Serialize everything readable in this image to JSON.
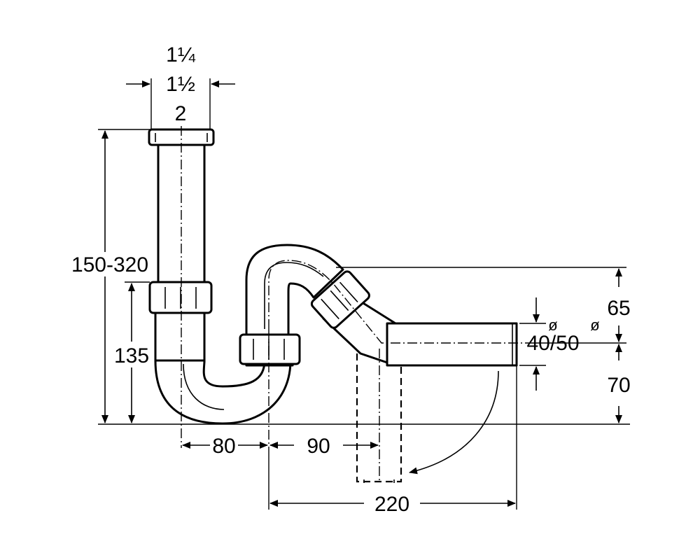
{
  "dimensions": {
    "thread_sizes": [
      "1¼",
      "1½",
      "2"
    ],
    "total_height": "150-320",
    "lower_height": "135",
    "trap_spacing": "80",
    "outlet_offset": "90",
    "total_width": "220",
    "rise_top": "65",
    "rise_bottom": "70",
    "outlet_diameter": "40/50",
    "diameter_symbol_1": "ø",
    "diameter_symbol_2": "ø"
  }
}
